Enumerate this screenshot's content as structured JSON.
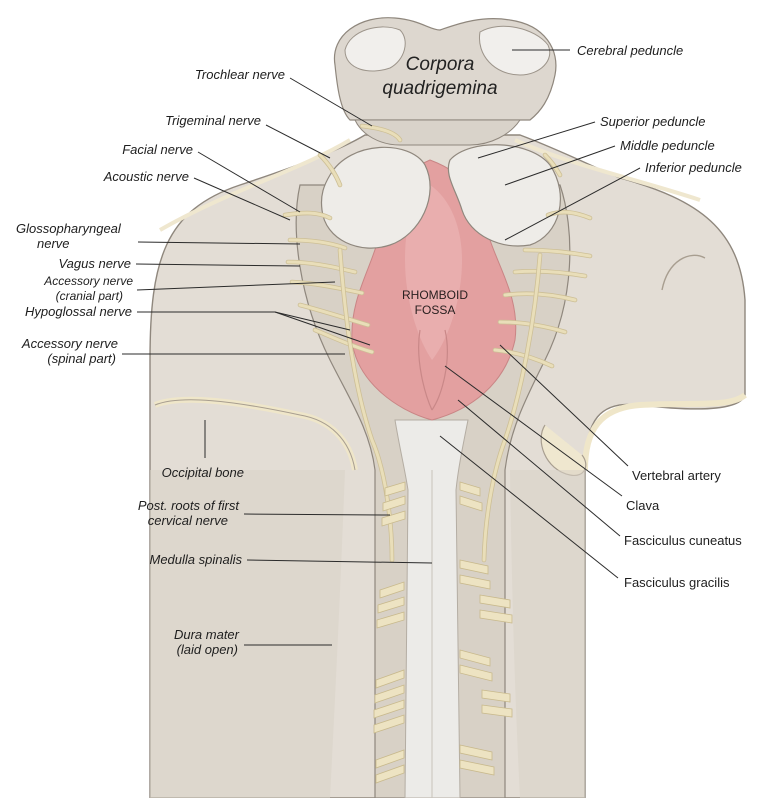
{
  "structures": {
    "corpora_line1": "Corpora",
    "corpora_line2": "quadrigemina",
    "fossa_line1": "RHOMBOID",
    "fossa_line2": "FOSSA"
  },
  "labels_left": {
    "trochlear": "Trochlear nerve",
    "trigeminal": "Trigeminal nerve",
    "facial": "Facial nerve",
    "acoustic": "Acoustic nerve",
    "glosso_1": "Glossopharyngeal",
    "glosso_2": "nerve",
    "vagus": "Vagus nerve",
    "acc_cranial_1": "Accessory nerve",
    "acc_cranial_2": "(cranial part)",
    "hypoglossal": "Hypoglossal nerve",
    "acc_spinal_1": "Accessory nerve",
    "acc_spinal_2": "(spinal part)",
    "occipital": "Occipital bone",
    "post_roots_1": "Post. roots of first",
    "post_roots_2": "cervical nerve",
    "medulla": "Medulla spinalis",
    "dura_1": "Dura mater",
    "dura_2": "(laid open)"
  },
  "labels_right": {
    "cerebral_peduncle": "Cerebral peduncle",
    "superior_peduncle": "Superior peduncle",
    "middle_peduncle": "Middle peduncle",
    "inferior_peduncle": "Inferior peduncle",
    "vertebral_artery": "Vertebral artery",
    "clava": "Clava",
    "fasciculus_cuneatus": "Fasciculus cuneatus",
    "fasciculus_gracilis": "Fasciculus gracilis"
  },
  "colors": {
    "tissue": "#e3ddd5",
    "tissue_dark": "#cfc7bc",
    "outline": "#8f877d",
    "fossa": "#e3a0a0",
    "nerve": "#e9deb9",
    "cord": "#ecebe8"
  }
}
